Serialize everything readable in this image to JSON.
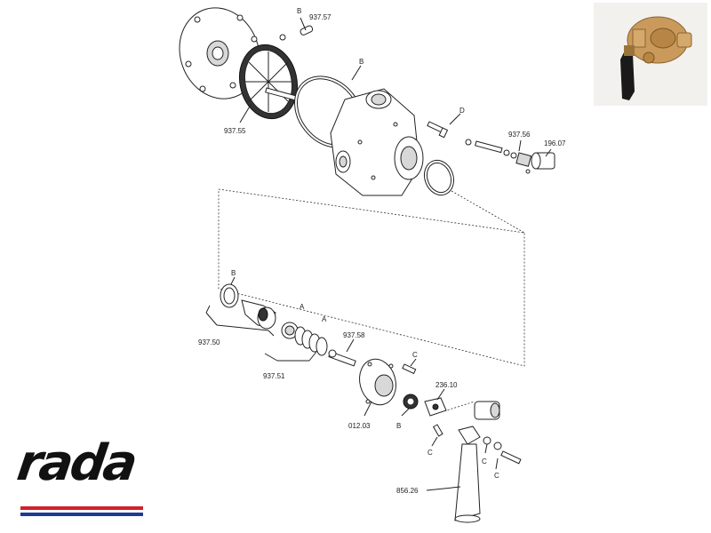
{
  "labels": {
    "l_93757": "937.57",
    "l_b1": "B",
    "l_b2": "B",
    "l_93755": "937.55",
    "l_d": "D",
    "l_93756": "937.56",
    "l_19607": "196.07",
    "l_b3": "B",
    "l_93750": "937.50",
    "l_a1": "A",
    "l_a2": "A",
    "l_93758": "937.58",
    "l_93751": "937.51",
    "l_c1": "C",
    "l_23610": "236.10",
    "l_01203": "012.03",
    "l_b4": "B",
    "l_c2": "C",
    "l_c3": "C",
    "l_c4": "C",
    "l_85626": "856.26"
  },
  "brand": {
    "name": "rada",
    "red": "#d3202c",
    "blue": "#1f3a93"
  },
  "photo": {
    "icon": "thermostatic-mixing-valve-photo"
  }
}
